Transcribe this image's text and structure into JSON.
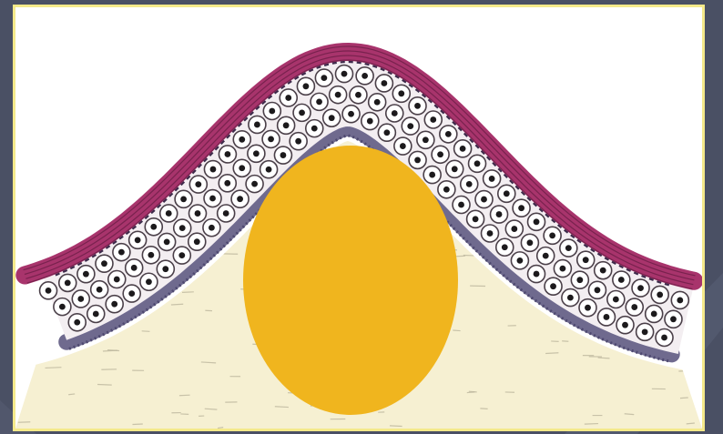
{
  "figure": {
    "colors": {
      "slide_background": "#4a5064",
      "frame_border": "#f4e98a",
      "panel_background": "#ffffff",
      "connective_tissue": "#f6f0d2",
      "connective_fibers": "#b9b39a",
      "basal_layer": "#6f6a8e",
      "cell_layer_fill": "#f3eef1",
      "cell_outline": "#4a3f48",
      "cell_nucleus": "#1c1a1c",
      "outer_membrane": "#a8346c",
      "outer_membrane_stripe": "#6d1e47",
      "yolk": "#f0b51e"
    },
    "structures": [
      {
        "name": "outer-membrane-layer"
      },
      {
        "name": "cell-layer"
      },
      {
        "name": "basal-lamina-layer"
      },
      {
        "name": "connective-tissue"
      },
      {
        "name": "yolk-oval"
      }
    ]
  }
}
